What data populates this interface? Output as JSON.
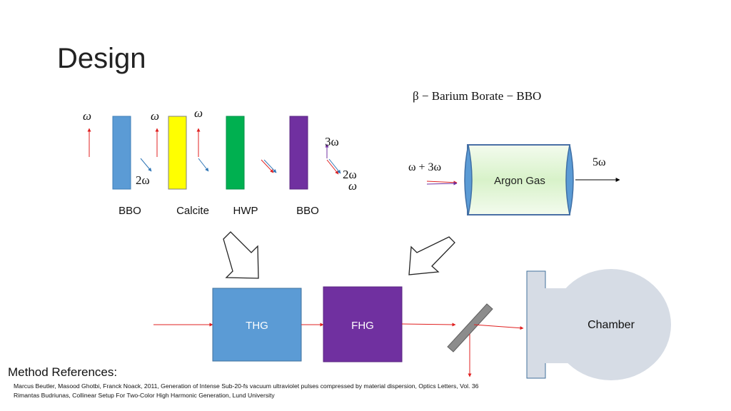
{
  "slide": {
    "title": "Design",
    "definition": "β − Barium Borate  − BBO"
  },
  "crystals": {
    "labels": [
      "BBO",
      "Calcite",
      "HWP",
      "BBO"
    ],
    "colors": [
      "#5b9bd5",
      "#ffff00",
      "#00b050",
      "#7030a0"
    ]
  },
  "beams": {
    "omega_1": "ω",
    "omega_2": "ω",
    "omega_3": "ω",
    "two_omega_1": "2ω",
    "three_omega": "3ω",
    "two_omega_2": "2ω",
    "omega_4": "ω"
  },
  "gas_cell": {
    "label": "Argon Gas",
    "input": "ω + 3ω",
    "output": "5ω",
    "fill": "#e2f5d8",
    "border": "#4a6fa5"
  },
  "setup": {
    "thg_label": "THG",
    "fhg_label": "FHG",
    "chamber_label": "Chamber",
    "thg_color": "#5b9bd5",
    "fhg_color": "#7030a0",
    "chamber_color": "#d6dce5"
  },
  "references": {
    "heading": "Method References:",
    "items": [
      "Marcus Beutler, Masood Ghotbi, Franck Noack, 2011, Generation of Intense Sub-20-fs vacuum ultraviolet pulses compressed by material dispersion, Optics Letters, Vol. 36",
      "Rimantas Budriunas, Collinear Setup For Two-Color High Harmonic Generation, Lund University"
    ]
  }
}
